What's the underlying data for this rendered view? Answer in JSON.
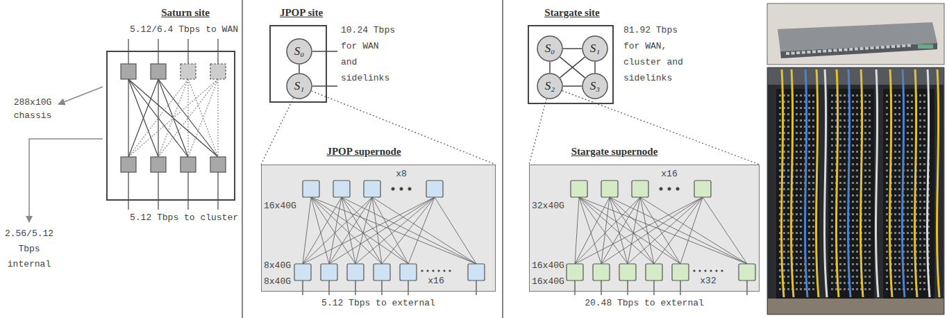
{
  "diagram": {
    "nodes": [
      {
        "text": [
          "Saturn site"
        ]
      },
      {
        "text": [
          "JPOP site"
        ]
      },
      {
        "text": [
          "S₀"
        ],
        "in": 1
      },
      {
        "text": [
          "S₁"
        ],
        "in": 1
      },
      {
        "text": [
          "JPOP supernode"
        ]
      },
      {
        "text": [
          "Stargate site"
        ]
      },
      {
        "text": [
          "S₀"
        ],
        "in": 5
      },
      {
        "text": [
          "S₁"
        ],
        "in": 5
      },
      {
        "text": [
          "S₂"
        ],
        "in": 5
      },
      {
        "text": [
          "S₃"
        ],
        "in": 5
      },
      {
        "text": [
          "Stargate supernode"
        ]
      }
    ],
    "edges": [
      {
        "from": 2,
        "to": 3,
        "arrow": "none"
      },
      {
        "from": 3,
        "to": 4,
        "arrow": "none"
      },
      {
        "from": 3,
        "to": 4,
        "arrow": "none"
      },
      {
        "from": 6,
        "to": 7,
        "arrow": "none"
      },
      {
        "from": 6,
        "to": 8,
        "arrow": "none"
      },
      {
        "from": 6,
        "to": 9,
        "arrow": "none"
      },
      {
        "from": 7,
        "to": 8,
        "arrow": "none"
      },
      {
        "from": 7,
        "to": 9,
        "arrow": "none"
      },
      {
        "from": 8,
        "to": 9,
        "arrow": "none"
      },
      {
        "from": 8,
        "to": 10,
        "arrow": "none"
      },
      {
        "from": 8,
        "to": 10,
        "arrow": "none"
      }
    ],
    "labels": [
      "5.12/6.4 Tbps to WAN",
      "288x10G chassis",
      "2.56/5.12 Tbps internal",
      "5.12 Tbps to cluster",
      "10.24 Tbps for WAN and sidelinks",
      "16x40G",
      "8x40G",
      "8x40G",
      "x8",
      "x16",
      "5.12 Tbps to external",
      "81.92 Tbps for WAN, cluster and sidelinks",
      "32x40G",
      "16x40G",
      "16x40G",
      "x16",
      "x32",
      "20.48 Tbps to external"
    ]
  }
}
